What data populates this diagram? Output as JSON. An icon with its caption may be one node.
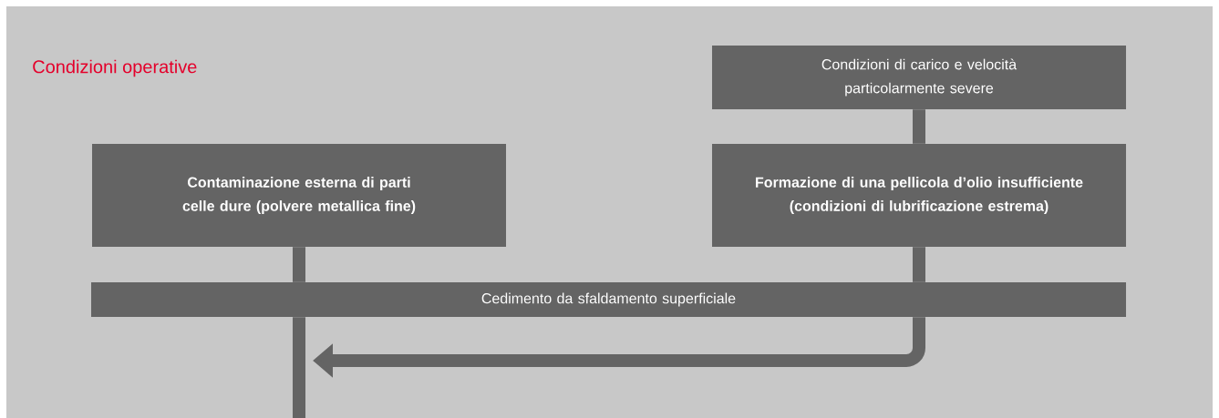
{
  "diagram": {
    "title": "Condizioni operative",
    "nodes": [
      {
        "text": [
          "Condizioni di carico e velocità particolarmente severe"
        ]
      },
      {
        "text": [
          "Contaminazione esterna di parti celle dure (polvere metallica fine)"
        ]
      },
      {
        "text": [
          "Formazione di una pellicola d’olio insufficiente (condizioni di lubrificazione estrema)"
        ]
      },
      {
        "text": [
          "Cedimento da sfaldamento superficiale"
        ]
      }
    ],
    "edges": [
      {
        "from": 0,
        "to": 2,
        "arrow": "none"
      },
      {
        "from": 1,
        "to": 3,
        "arrow": "none"
      },
      {
        "from": 2,
        "to": 3,
        "arrow": "none"
      },
      {
        "from": 3,
        "to": null,
        "arrow": "none"
      },
      {
        "from": 3,
        "to": null,
        "arrow": "to"
      }
    ]
  }
}
